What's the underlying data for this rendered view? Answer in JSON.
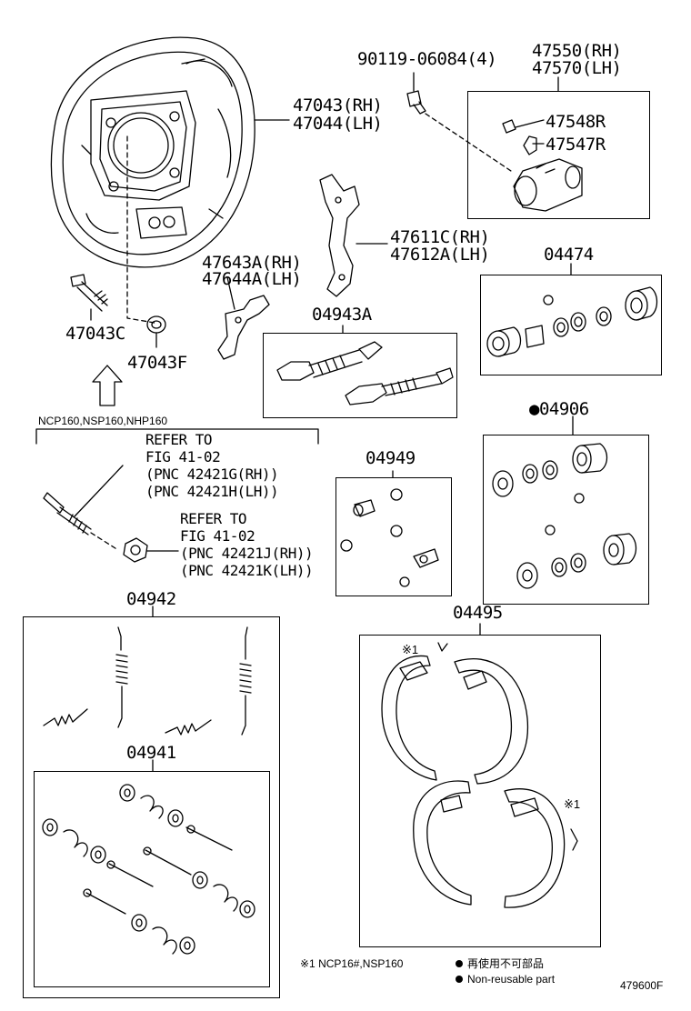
{
  "labels": {
    "p_90119": "90119-06084(4)",
    "p_47550": "47550(RH)",
    "p_47570": "47570(LH)",
    "p_47043rh": "47043(RH)",
    "p_47044lh": "47044(LH)",
    "p_47548r": "47548R",
    "p_47547r": "47547R",
    "p_47611c": "47611C(RH)",
    "p_47612a": "47612A(LH)",
    "p_47643a": "47643A(RH)",
    "p_47644a": "47644A(LH)",
    "p_04474": "04474",
    "p_47043c": "47043C",
    "p_47043f": "47043F",
    "p_04943a": "04943A",
    "p_04906": "●04906",
    "p_04949": "04949",
    "p_04942": "04942",
    "p_04495": "04495",
    "p_04941": "04941",
    "note1": "※1",
    "note2": "※1"
  },
  "model_note": "NCP160,NSP160,NHP160",
  "refer1": [
    "REFER TO",
    "FIG 41-02",
    "(PNC 42421G(RH))",
    "(PNC 42421H(LH))"
  ],
  "refer2": [
    "REFER TO",
    "FIG 41-02",
    "(PNC 42421J(RH))",
    "(PNC 42421K(LH))"
  ],
  "footer": {
    "note_models": "※1 NCP16#,NSP160",
    "nonreusable_jp": "再使用不可部品",
    "nonreusable_en": "Non-reusable part",
    "fig_code": "479600F"
  },
  "icons": [
    "bullet-dot-icon",
    "up-arrow-icon"
  ]
}
